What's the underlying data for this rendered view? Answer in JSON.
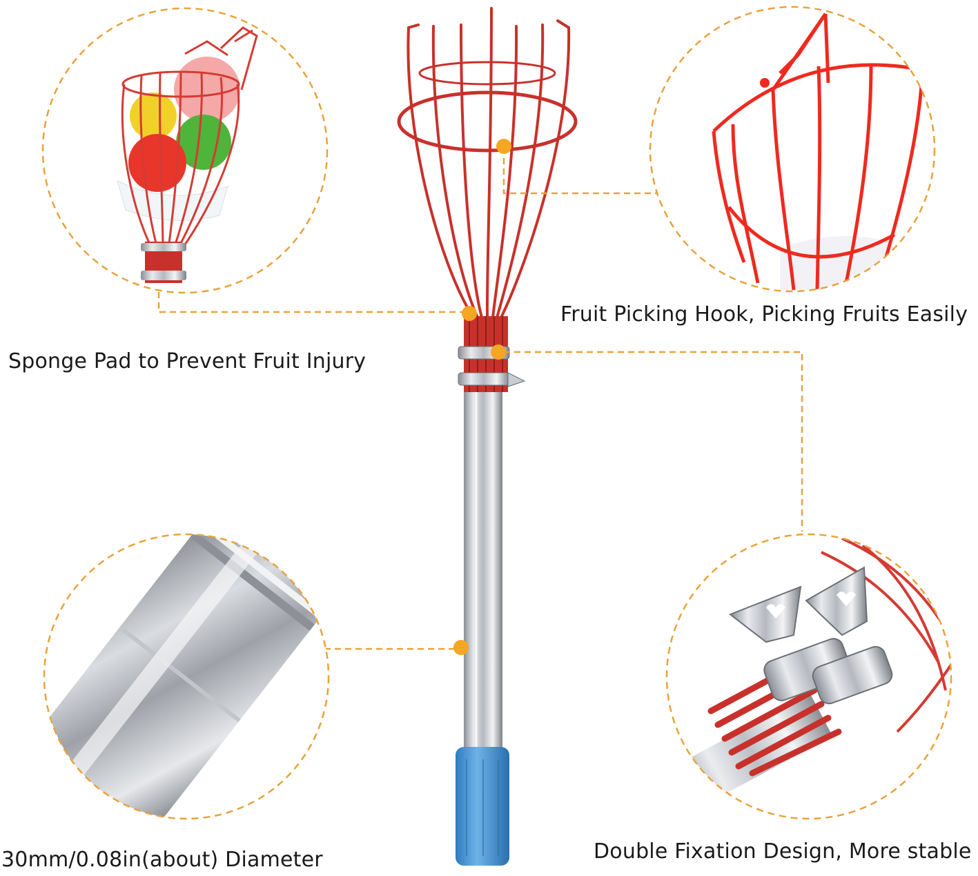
{
  "captions": {
    "sponge_pad": "Sponge Pad to Prevent Fruit Injury",
    "picking_hook": "Fruit Picking Hook, Picking Fruits Easily",
    "diameter": "30mm/0.08in(about) Diameter",
    "double_fixation": "Double Fixation Design, More stable"
  },
  "colors": {
    "accent_dashed": "#e9a23a",
    "callout_dot": "#f5a623",
    "basket_red": "#c8312b",
    "handle_blue": "#4a9ad6",
    "pole_steel": "#c9ccd1"
  }
}
